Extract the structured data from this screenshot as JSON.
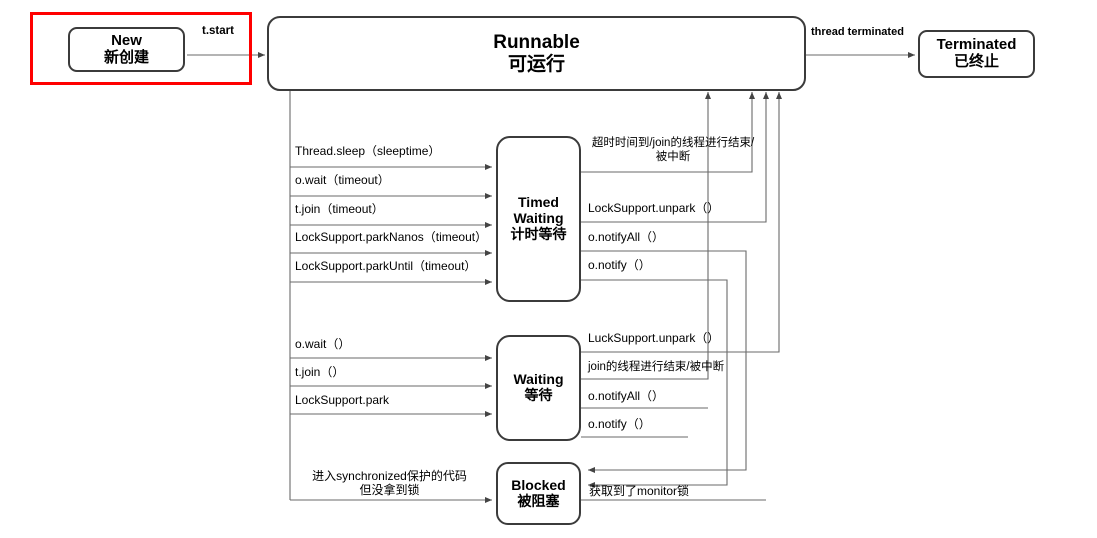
{
  "diagram": {
    "title": "Java Thread State Transition Diagram",
    "highlight_color": "#ff0000",
    "node_border_color": "#3b3b3b",
    "wire_color": "#5a5a5a"
  },
  "nodes": {
    "new": {
      "en": "New",
      "cn": "新创建"
    },
    "runnable": {
      "en": "Runnable",
      "cn": "可运行"
    },
    "terminated": {
      "en": "Terminated",
      "cn": "已终止"
    },
    "timed_waiting": {
      "en": "Timed",
      "en2": "Waiting",
      "cn": "计时等待"
    },
    "waiting": {
      "en": "Waiting",
      "cn": "等待"
    },
    "blocked": {
      "en": "Blocked",
      "cn": "被阻塞"
    }
  },
  "edge_labels": {
    "t_start": "t.start",
    "thread_terminated": "thread terminated",
    "to_timed_waiting": [
      "Thread.sleep（sleeptime）",
      "o.wait（timeout）",
      "t.join（timeout）",
      "LockSupport.parkNanos（timeout）",
      "LockSupport.parkUntil（timeout）"
    ],
    "from_timed_waiting": [
      {
        "line1": "超时时间到/join的线程进行结束/",
        "line2": "被中断"
      },
      {
        "line1": "LockSupport.unpark（）",
        "line2": ""
      },
      {
        "line1": "o.notifyAll（）",
        "line2": ""
      },
      {
        "line1": "o.notify（）",
        "line2": ""
      }
    ],
    "to_waiting": [
      "o.wait（）",
      "t.join（）",
      "LockSupport.park"
    ],
    "from_waiting": [
      "LuckSupport.unpark（）",
      "join的线程进行结束/被中断",
      "o.notifyAll（）",
      "o.notify（）"
    ],
    "to_blocked": {
      "line1": "进入synchronized保护的代码",
      "line2": "但没拿到锁"
    },
    "from_blocked": "获取到了monitor锁"
  }
}
